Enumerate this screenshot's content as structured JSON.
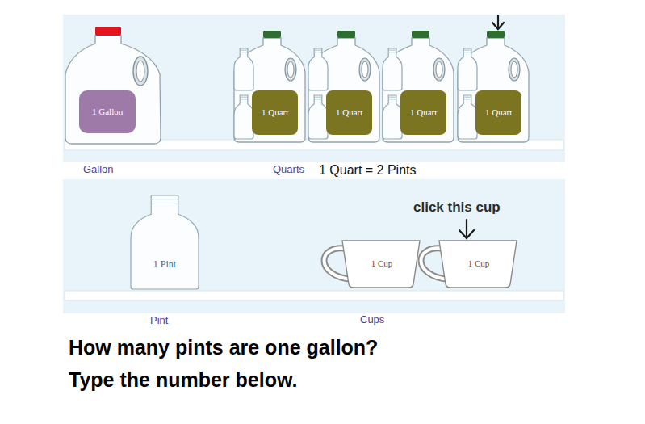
{
  "diagram": {
    "caption": "How many pints are one gallon? Type the number below.",
    "nodes": [
      {
        "text": [
          "1 Gallon"
        ]
      },
      {
        "text": [
          "1 Quart"
        ]
      },
      {
        "text": [
          "1 Quart"
        ]
      },
      {
        "text": [
          "1 Quart"
        ]
      },
      {
        "text": [
          "1 Quart"
        ]
      },
      {
        "text": [
          "1 Pint"
        ]
      },
      {
        "text": [
          "1 Cup"
        ]
      },
      {
        "text": [
          "1 Cup"
        ]
      }
    ],
    "labels": [
      "Gallon",
      "Quarts",
      "1 Quart = 2 Pints",
      "click this cup",
      "Pint",
      "Cups"
    ]
  }
}
